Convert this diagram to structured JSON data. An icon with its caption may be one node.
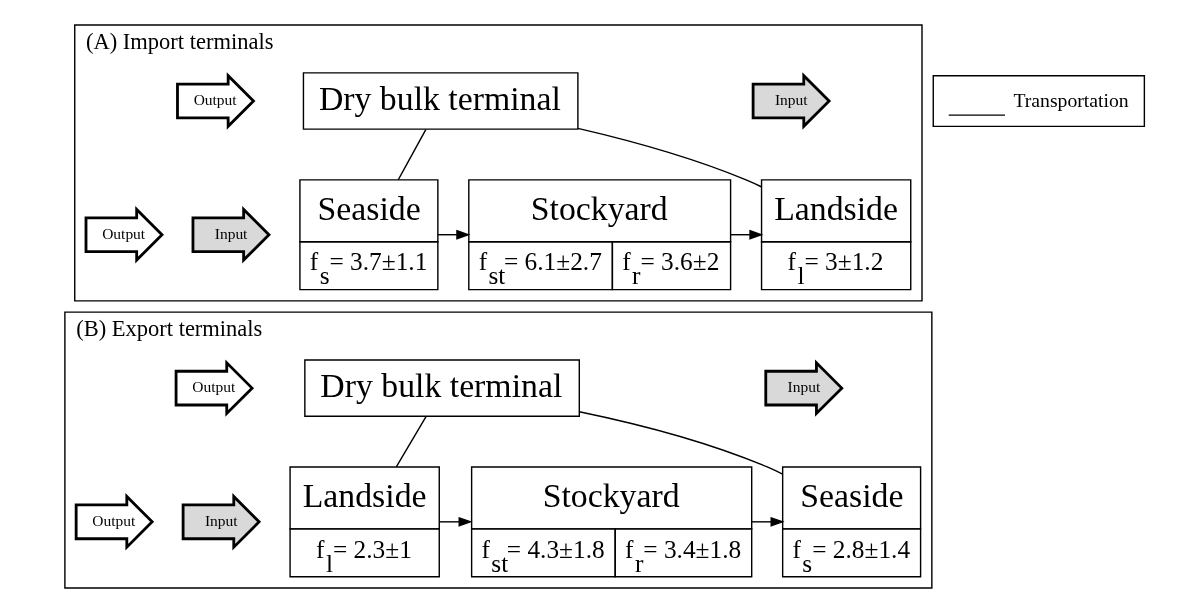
{
  "diagram": {
    "nodes": [
      {
        "text": [
          "(A) Import terminals"
        ]
      },
      {
        "text": [
          "Input"
        ],
        "in": 0
      },
      {
        "text": [
          "Dry bulk terminal"
        ],
        "in": 0
      },
      {
        "text": [
          "Output"
        ],
        "in": 0
      },
      {
        "text": [
          "Input"
        ],
        "in": 0
      },
      {
        "text": [
          "Seaside",
          "f$_{s}$= 3.7±1.1"
        ],
        "in": 0
      },
      {
        "text": [
          "Stockyard",
          "f$_{st}$= 6.1±2.7",
          "f$_{r}$= 3.6±2"
        ],
        "in": 0
      },
      {
        "text": [
          "Landside",
          "f$_{l}$= 3±1.2"
        ],
        "in": 0
      },
      {
        "text": [
          "Output"
        ],
        "in": 0
      },
      {
        "text": [
          "(B) Export terminals"
        ]
      },
      {
        "text": [
          "Input"
        ],
        "in": 9
      },
      {
        "text": [
          "Dry bulk terminal"
        ],
        "in": 9
      },
      {
        "text": [
          "Output"
        ],
        "in": 9
      },
      {
        "text": [
          "Input"
        ],
        "in": 9
      },
      {
        "text": [
          "Landside",
          "f$_{l}$= 2.3±1"
        ],
        "in": 9
      },
      {
        "text": [
          "Stockyard",
          "f$_{st}$= 4.3±1.8",
          "f$_{r}$= 3.4±1.8"
        ],
        "in": 9
      },
      {
        "text": [
          "Seaside",
          "f$_{s}$= 2.8±1.4"
        ],
        "in": 9
      },
      {
        "text": [
          "Output"
        ],
        "in": 9
      }
    ],
    "edges": [
      {
        "from": 2,
        "to": 5,
        "arrow": "none"
      },
      {
        "from": 2,
        "to": 7,
        "arrow": "none"
      },
      {
        "from": 5,
        "to": 6,
        "arrow": "to"
      },
      {
        "from": 6,
        "to": 7,
        "arrow": "to"
      },
      {
        "from": 11,
        "to": 14,
        "arrow": "none"
      },
      {
        "from": 11,
        "to": 16,
        "arrow": "none"
      },
      {
        "from": 14,
        "to": 15,
        "arrow": "to"
      },
      {
        "from": 15,
        "to": 16,
        "arrow": "to"
      }
    ],
    "legend": [
      {
        "text": "Transportation"
      }
    ]
  }
}
